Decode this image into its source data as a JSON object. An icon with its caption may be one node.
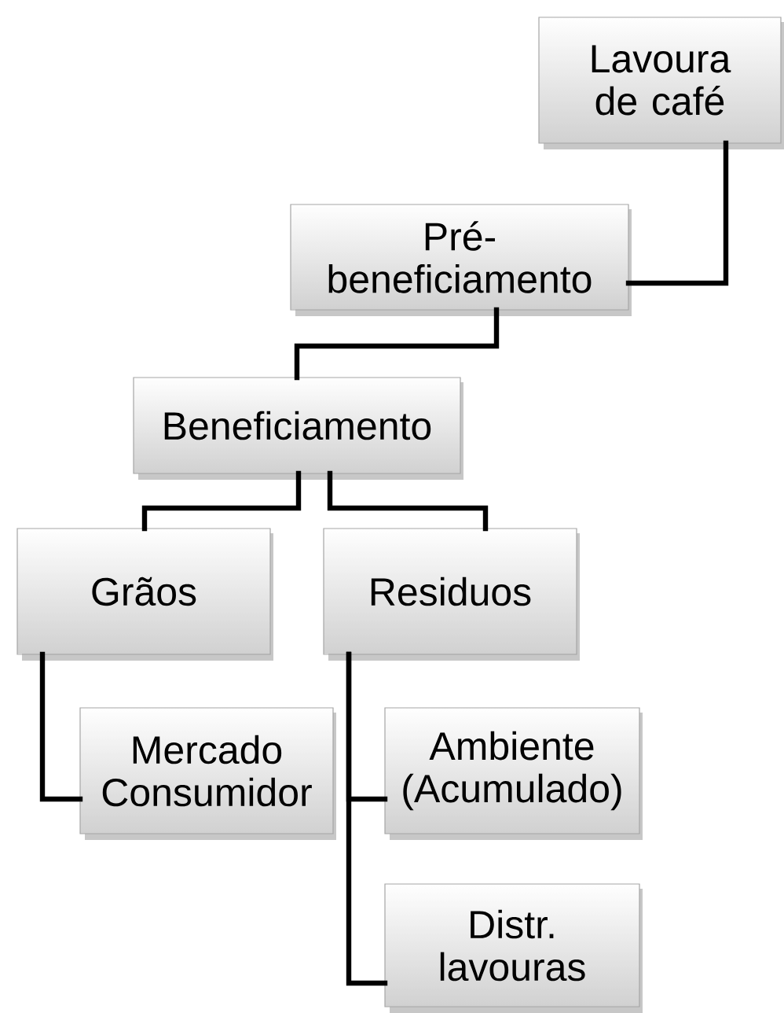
{
  "diagram": {
    "nodes": [
      {
        "text": [
          "Lavoura de café"
        ]
      },
      {
        "text": [
          "Pré-beneficiamento"
        ]
      },
      {
        "text": [
          "Beneficiamento"
        ]
      },
      {
        "text": [
          "Grãos"
        ]
      },
      {
        "text": [
          "Residuos"
        ]
      },
      {
        "text": [
          "Mercado Consumidor"
        ]
      },
      {
        "text": [
          "Ambiente (Acumulado)"
        ]
      },
      {
        "text": [
          "Distr. lavouras"
        ]
      }
    ],
    "edges": [
      {
        "from": 0,
        "to": 1,
        "arrow": "none"
      },
      {
        "from": 1,
        "to": 2,
        "arrow": "none"
      },
      {
        "from": 2,
        "to": 3,
        "arrow": "none"
      },
      {
        "from": 2,
        "to": 4,
        "arrow": "none"
      },
      {
        "from": 3,
        "to": 5,
        "arrow": "none"
      },
      {
        "from": 4,
        "to": 6,
        "arrow": "none"
      },
      {
        "from": 4,
        "to": 7,
        "arrow": "none"
      }
    ]
  }
}
